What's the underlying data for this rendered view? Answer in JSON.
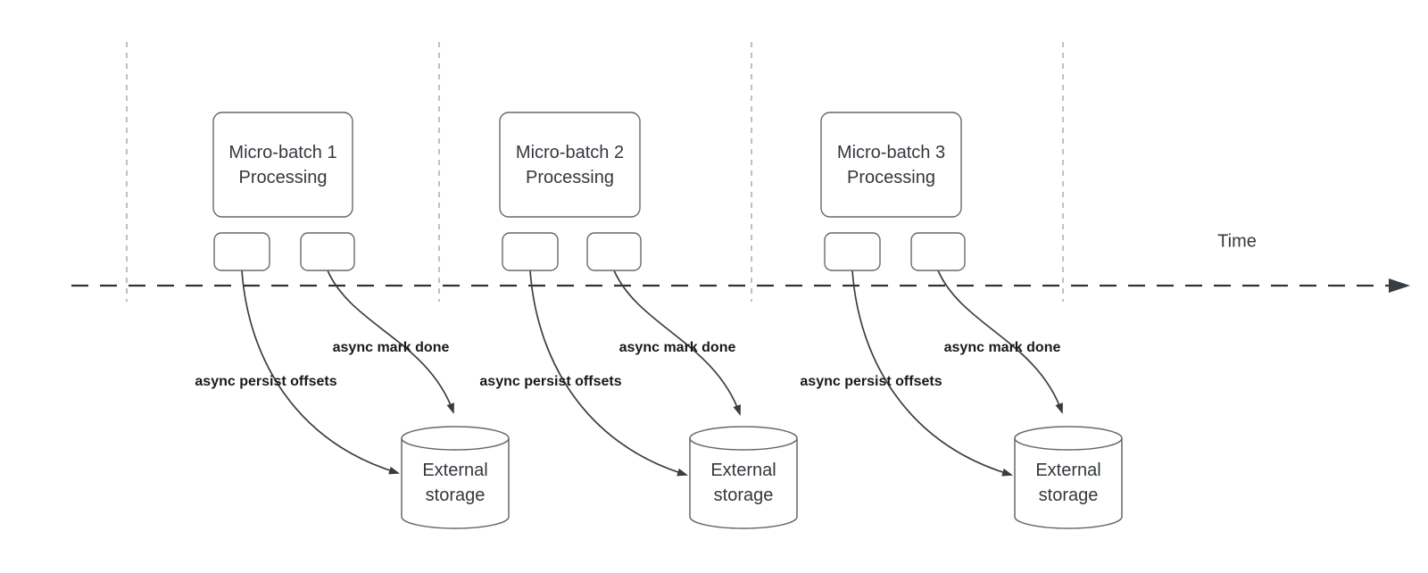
{
  "diagram": {
    "time_axis_label": "Time",
    "groups": [
      {
        "box_line1": "Micro-batch 1",
        "box_line2": "Processing",
        "persist_label": "async persist offsets",
        "done_label": "async mark done",
        "storage_line1": "External",
        "storage_line2": "storage"
      },
      {
        "box_line1": "Micro-batch 2",
        "box_line2": "Processing",
        "persist_label": "async persist offsets",
        "done_label": "async mark done",
        "storage_line1": "External",
        "storage_line2": "storage"
      },
      {
        "box_line1": "Micro-batch 3",
        "box_line2": "Processing",
        "persist_label": "async persist offsets",
        "done_label": "async mark done",
        "storage_line1": "External",
        "storage_line2": "storage"
      }
    ]
  },
  "colors": {
    "background": "#ffffff",
    "shape_stroke": "#64696e",
    "arrow_stroke": "#383d43",
    "guide_line": "#a8abaf",
    "shape_text": "#33383d",
    "edge_label_text": "#17191c"
  }
}
